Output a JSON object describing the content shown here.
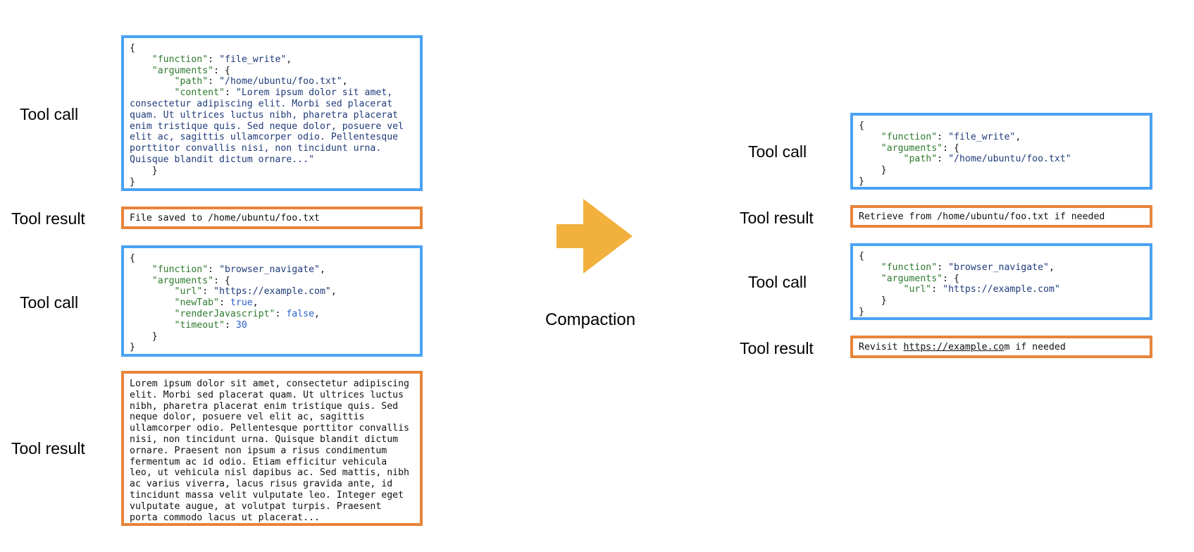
{
  "labels": {
    "tool_call": "Tool call",
    "tool_result": "Tool result",
    "compaction": "Compaction"
  },
  "colors": {
    "call_border": "#4aa3f5",
    "result_border": "#e8843a",
    "arrow": "#f2b13c",
    "json_key": "#2d7a2d",
    "json_string": "#1f3b7a",
    "json_literal": "#2a62c9"
  },
  "before": {
    "call1": {
      "open": "{",
      "function_key": "\"function\"",
      "function_val": "\"file_write\"",
      "arguments_key": "\"arguments\"",
      "path_key": "\"path\"",
      "path_val": "\"/home/ubuntu/foo.txt\"",
      "content_key": "\"content\"",
      "content_val": "\"Lorem ipsum dolor sit amet, consectetur adipiscing elit. Morbi sed placerat quam. Ut ultrices luctus nibh, pharetra placerat enim tristique quis. Sed neque dolor, posuere vel elit ac, sagittis ullamcorper odio. Pellentesque porttitor convallis nisi, non tincidunt urna. Quisque blandit dictum ornare...\"",
      "inner_close": "}",
      "close": "}"
    },
    "result1": "File saved to /home/ubuntu/foo.txt",
    "call2": {
      "open": "{",
      "function_key": "\"function\"",
      "function_val": "\"browser_navigate\"",
      "arguments_key": "\"arguments\"",
      "url_key": "\"url\"",
      "url_val": "\"https://example.com\"",
      "newtab_key": "\"newTab\"",
      "newtab_val": "true",
      "renderjs_key": "\"renderJavascript\"",
      "renderjs_val": "false",
      "timeout_key": "\"timeout\"",
      "timeout_val": "30",
      "inner_close": "}",
      "close": "}"
    },
    "result2": "Lorem ipsum dolor sit amet, consectetur adipiscing elit. Morbi sed placerat quam. Ut ultrices luctus nibh, pharetra placerat enim tristique quis. Sed neque dolor, posuere vel elit ac, sagittis ullamcorper odio. Pellentesque porttitor convallis nisi, non tincidunt urna. Quisque blandit dictum ornare. Praesent non ipsum a risus condimentum fermentum ac id odio. Etiam efficitur vehicula leo, ut vehicula nisl dapibus ac. Sed mattis, nibh ac varius viverra, lacus risus gravida ante, id tincidunt massa velit vulputate leo. Integer eget vulputate augue, at volutpat turpis. Praesent porta commodo lacus ut placerat..."
  },
  "after": {
    "call1": {
      "open": "{",
      "function_key": "\"function\"",
      "function_val": "\"file_write\"",
      "arguments_key": "\"arguments\"",
      "path_key": "\"path\"",
      "path_val": "\"/home/ubuntu/foo.txt\"",
      "inner_close": "}",
      "close": "}"
    },
    "result1": "Retrieve from /home/ubuntu/foo.txt if needed",
    "call2": {
      "open": "{",
      "function_key": "\"function\"",
      "function_val": "\"browser_navigate\"",
      "arguments_key": "\"arguments\"",
      "url_key": "\"url\"",
      "url_val": "\"https://example.com\"",
      "inner_close": "}",
      "close": "}"
    },
    "result2": {
      "prefix": "Revisit ",
      "link": "https://example.co",
      "suffix": "m if needed"
    }
  }
}
